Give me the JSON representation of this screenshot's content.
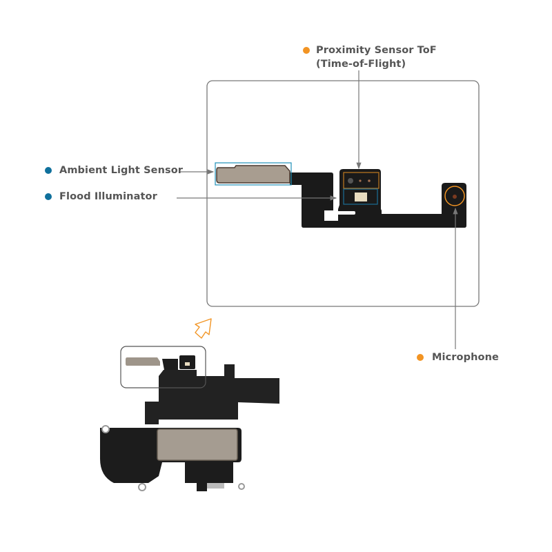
{
  "colors": {
    "orange": "#f29423",
    "blue": "#0f709c",
    "text": "#555555",
    "line": "#777777"
  },
  "labels": {
    "proximity_line1": "Proximity Sensor ToF",
    "proximity_line2": "(Time-of-Flight)",
    "ambient": "Ambient Light Sensor",
    "flood": "Flood Illuminator",
    "microphone": "Microphone"
  }
}
